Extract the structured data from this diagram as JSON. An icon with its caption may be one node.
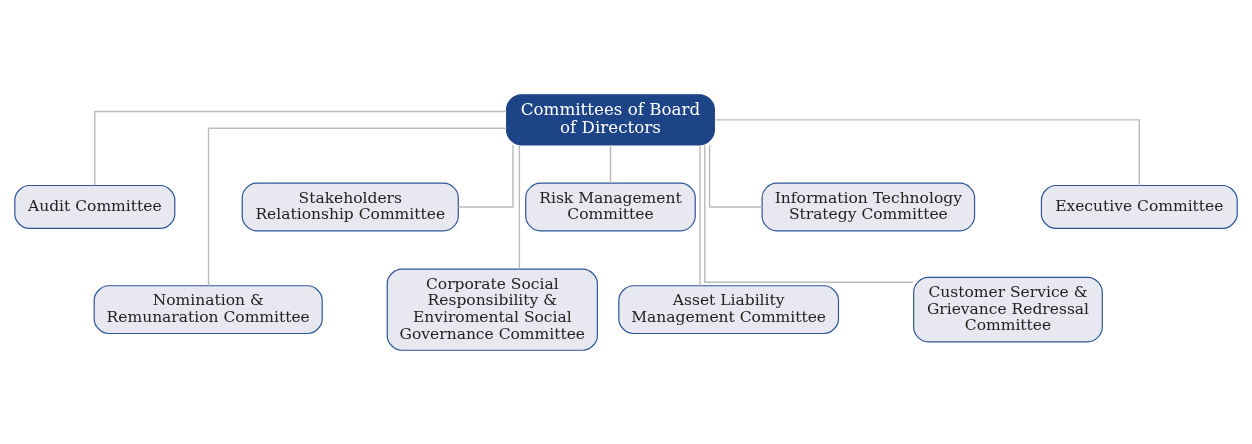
{
  "diagram": {
    "nodes": [
      {
        "text": [
          "Committees of Board of Directors"
        ]
      },
      {
        "text": [
          "Audit Committee"
        ]
      },
      {
        "text": [
          "Nomination & Remunaration Committee"
        ]
      },
      {
        "text": [
          "Stakeholders Relationship Committee"
        ]
      },
      {
        "text": [
          "Corporate Social Responsibility & Enviromental Social Governance Committee"
        ]
      },
      {
        "text": [
          "Risk Management Committee"
        ]
      },
      {
        "text": [
          "Asset Liability Management Committee"
        ]
      },
      {
        "text": [
          "Information Technology Strategy Committee"
        ]
      },
      {
        "text": [
          "Customer Service & Grievance Redressal Committee"
        ]
      },
      {
        "text": [
          "Executive Committee"
        ]
      }
    ],
    "edges": [
      {
        "from": 0,
        "to": 1,
        "arrow": "none"
      },
      {
        "from": 0,
        "to": 2,
        "arrow": "none"
      },
      {
        "from": 0,
        "to": 3,
        "arrow": "none"
      },
      {
        "from": 0,
        "to": 4,
        "arrow": "none"
      },
      {
        "from": 0,
        "to": 5,
        "arrow": "none"
      },
      {
        "from": 0,
        "to": 6,
        "arrow": "none"
      },
      {
        "from": 0,
        "to": 7,
        "arrow": "none"
      },
      {
        "from": 0,
        "to": 8,
        "arrow": "none"
      },
      {
        "from": 0,
        "to": 9,
        "arrow": "none"
      }
    ]
  }
}
